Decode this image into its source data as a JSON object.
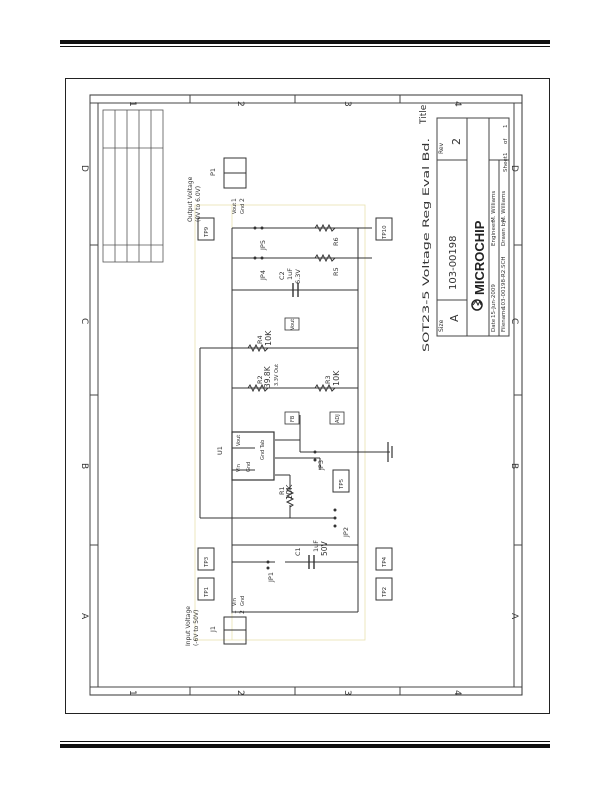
{
  "zone_numbers": [
    "1",
    "2",
    "3",
    "4"
  ],
  "zone_letters": [
    "A",
    "B",
    "C",
    "D"
  ],
  "title_block": {
    "title": "SOT23-5 Voltage Reg Eval Bd.",
    "rev_label": "Rev",
    "rev": "2",
    "doc_number": "103-00198",
    "logo": "MICROCHIP",
    "size_label": "Size",
    "size": "A",
    "title_label": "Title",
    "date_label": "Date",
    "date": "15-Jun-2009",
    "filename_label": "Filename",
    "filename": "103-00198-R2.SCH",
    "engineer_label": "Engineer:",
    "engineer": "M. Williams",
    "drawn_label": "Drawn by:",
    "drawn": "M. Williams",
    "sheet_label": "Sheet",
    "sheet": "1",
    "of_label": "of",
    "sheet_total": "1"
  },
  "connectors": {
    "input": {
      "ref": "J1",
      "title": "Input Voltage",
      "range": "(-6V to 50V)",
      "pin1": "1",
      "pin2": "2",
      "sig1": "Vin",
      "sig2": "Gnd"
    },
    "output": {
      "ref": "P1",
      "title": "Output Voltage",
      "range": "(0V to 6.0V)",
      "pin1": "1",
      "pin2": "2",
      "sig1": "Vout",
      "sig2": "Gnd"
    }
  },
  "test_points": [
    "TP1",
    "TP3",
    "TP2",
    "TP4",
    "TP5",
    "TP9",
    "TP10"
  ],
  "jumpers": [
    "JP1",
    "JP2",
    "JP3",
    "JP4",
    "JP5"
  ],
  "components": {
    "u1": {
      "ref": "U1",
      "pins": [
        "Vin",
        "Gnd",
        "Vout",
        "Gnd Tab"
      ]
    },
    "c1": {
      "ref": "C1",
      "value": "1uF",
      "rating": "50V"
    },
    "c2": {
      "ref": "C2",
      "value": "1uF",
      "rating": "6.3V"
    },
    "r1": {
      "ref": "R1",
      "value": "10K"
    },
    "r2": {
      "ref": "R2",
      "value": "39.8K",
      "note": "3.3V Out"
    },
    "r3": {
      "ref": "R3",
      "value": "10K"
    },
    "r4": {
      "ref": "R4",
      "value": "10K"
    },
    "r5": {
      "ref": "R5"
    },
    "r6": {
      "ref": "R6"
    }
  },
  "net_labels": {
    "vout": "Vout",
    "fb": "FB",
    "adj": "ADJ"
  }
}
